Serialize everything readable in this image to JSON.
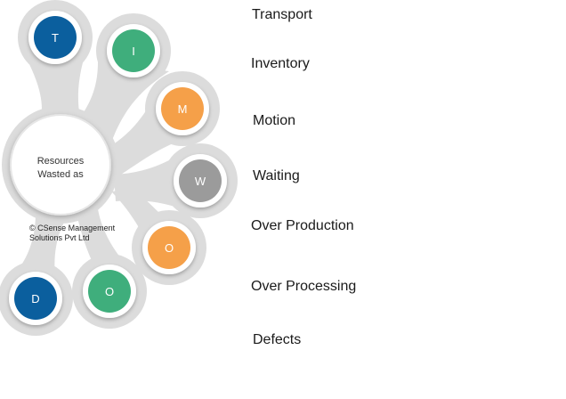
{
  "hub": {
    "line1": "Resources",
    "line2": "Wasted as"
  },
  "copyright": {
    "line1": "© CSense Management",
    "line2": "Solutions Pvt Ltd"
  },
  "nodes": [
    {
      "letter": "T",
      "label": "Transport",
      "color": "#0b5f9e"
    },
    {
      "letter": "I",
      "label": "Inventory",
      "color": "#3fae7c"
    },
    {
      "letter": "M",
      "label": "Motion",
      "color": "#f5a049"
    },
    {
      "letter": "W",
      "label": "Waiting",
      "color": "#9b9b9b"
    },
    {
      "letter": "O",
      "label": "Over Production",
      "color": "#f5a049"
    },
    {
      "letter": "O",
      "label": "Over Processing",
      "color": "#3fae7c"
    },
    {
      "letter": "D",
      "label": "Defects",
      "color": "#0b5f9e"
    }
  ],
  "colors": {
    "branch": "#dcdcdc",
    "ring": "#ffffff",
    "hub_fill": "#ffffff"
  }
}
